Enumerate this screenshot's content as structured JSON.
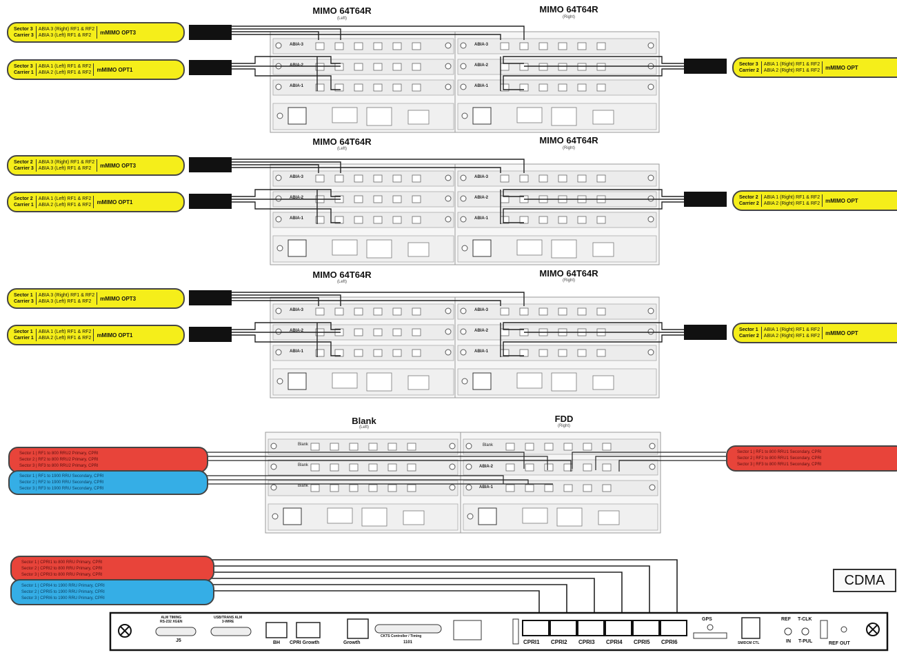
{
  "diagram": {
    "units": [
      {
        "title": "MIMO 64T64R",
        "sub": "(Left)"
      },
      {
        "title": "MIMO 64T64R",
        "sub": "(Right)"
      },
      {
        "title": "MIMO 64T64R",
        "sub": "(Left)"
      },
      {
        "title": "MIMO 64T64R",
        "sub": "(Right)"
      },
      {
        "title": "MIMO 64T64R",
        "sub": "(Left)"
      },
      {
        "title": "MIMO 64T64R",
        "sub": "(Right)"
      },
      {
        "title": "Blank",
        "sub": "(Left)"
      },
      {
        "title": "FDD",
        "sub": "(Right)"
      }
    ],
    "labels": [
      {
        "a": "Sector 3",
        "b": "Carrier 3",
        "c": "ABIA 3 (Right) RF1 & RF2",
        "d": "ABIA 3 (Left) RF1 & RF2",
        "e": "mMIMO OPT3"
      },
      {
        "a": "Sector 3",
        "b": "Carrier 1",
        "c": "ABIA 1 (Left) RF1 & RF2",
        "d": "ABIA 2 (Left) RF1 & RF2",
        "e": "mMIMO OPT1"
      },
      {
        "a": "Sector 3",
        "b": "Carrier 2",
        "c": "ABIA 1 (Right) RF1 & RF2",
        "d": "ABIA 2 (Right) RF1 & RF2",
        "e": "mMIMO OPT"
      },
      {
        "a": "Sector 2",
        "b": "Carrier 3",
        "c": "ABIA 3 (Right) RF1 & RF2",
        "d": "ABIA 3 (Left) RF1 & RF2",
        "e": "mMIMO OPT3"
      },
      {
        "a": "Sector 2",
        "b": "Carrier 1",
        "c": "ABIA 1 (Left) RF1 & RF2",
        "d": "ABIA 2 (Left) RF1 & RF2",
        "e": "mMIMO OPT1"
      },
      {
        "a": "Sector 2",
        "b": "Carrier 2",
        "c": "ABIA 1 (Right) RF1 & RF2",
        "d": "ABIA 2 (Right) RF1 & RF2",
        "e": "mMIMO OPT"
      },
      {
        "a": "Sector 1",
        "b": "Carrier 3",
        "c": "ABIA 3 (Right) RF1 & RF2",
        "d": "ABIA 3 (Left) RF1 & RF2",
        "e": "mMIMO OPT3"
      },
      {
        "a": "Sector 1",
        "b": "Carrier 1",
        "c": "ABIA 1 (Left) RF1 & RF2",
        "d": "ABIA 2 (Left) RF1 & RF2",
        "e": "mMIMO OPT1"
      },
      {
        "a": "Sector 1",
        "b": "Carrier 2",
        "c": "ABIA 1 (Right) RF1 & RF2",
        "d": "ABIA 2 (Right) RF1 & RF2",
        "e": "mMIMO OPT"
      }
    ],
    "fdd_left_red": [
      "Sector 1 | RF1 to 800 RRU2 Primary, CPRI",
      "Sector 2 | RF2 to 800 RRU2 Primary, CPRI",
      "Sector 3 | RF3 to 800 RRU2 Primary, CPRI"
    ],
    "fdd_left_blue": [
      "Sector 1 | RF1 to 1900 RRU Secondary, CPRI",
      "Sector 2 | RF2 to 1900 RRU Secondary, CPRI",
      "Sector 3 | RF3 to 1900 RRU Secondary, CPRI"
    ],
    "fdd_right_red": [
      "Sector 1 | RF1 to 800 RRU1 Secondary, CPRI",
      "Sector 2 | RF2 to 800 RRU1 Secondary, CPRI",
      "Sector 3 | RF3 to 800 RRU1 Secondary, CPRI"
    ],
    "cdma_red": [
      "Sector 1 | CPRI1 to 800 RRU Primary, CPRI",
      "Sector 2 | CPRI2 to 800 RRU Primary, CPRI",
      "Sector 3 | CPRI3 to 800 RRU Primary, CPRI"
    ],
    "cdma_blue": [
      "Sector 1 | CPRI4 to 1900 RRU Primary, CPRI",
      "Sector 2 | CPRI5 to 1900 RRU Primary, CPRI",
      "Sector 3 | CPRI6 to 1900 RRU Primary, CPRI"
    ],
    "shelf_labels": {
      "abia3": "ABIA-3",
      "abia2": "ABIA-2",
      "abia1": "ABIA-1",
      "blank": "Blank"
    },
    "cdma_label": "CDMA",
    "panel": {
      "j5_top": "ALM TIMING\nRS-232 XGEN",
      "j5": "J5",
      "usb_top": "USB/TRANS ALM\n3-WIRE",
      "bh": "BH",
      "cpri_growth": "CPRI Growth",
      "growth": "Growth",
      "ckts": "CKTS Controller / Timing",
      "ckts_id": "1101",
      "cpri": [
        "CPRI1",
        "CPRI2",
        "CPRI3",
        "CPRI4",
        "CPRI5",
        "CPRI6"
      ],
      "gps": "GPS",
      "smc": "SM/DCM CTL",
      "ref": "REF",
      "tclk": "T-CLK",
      "in": "IN",
      "tpul": "T-PUL",
      "refout": "REF OUT"
    }
  }
}
